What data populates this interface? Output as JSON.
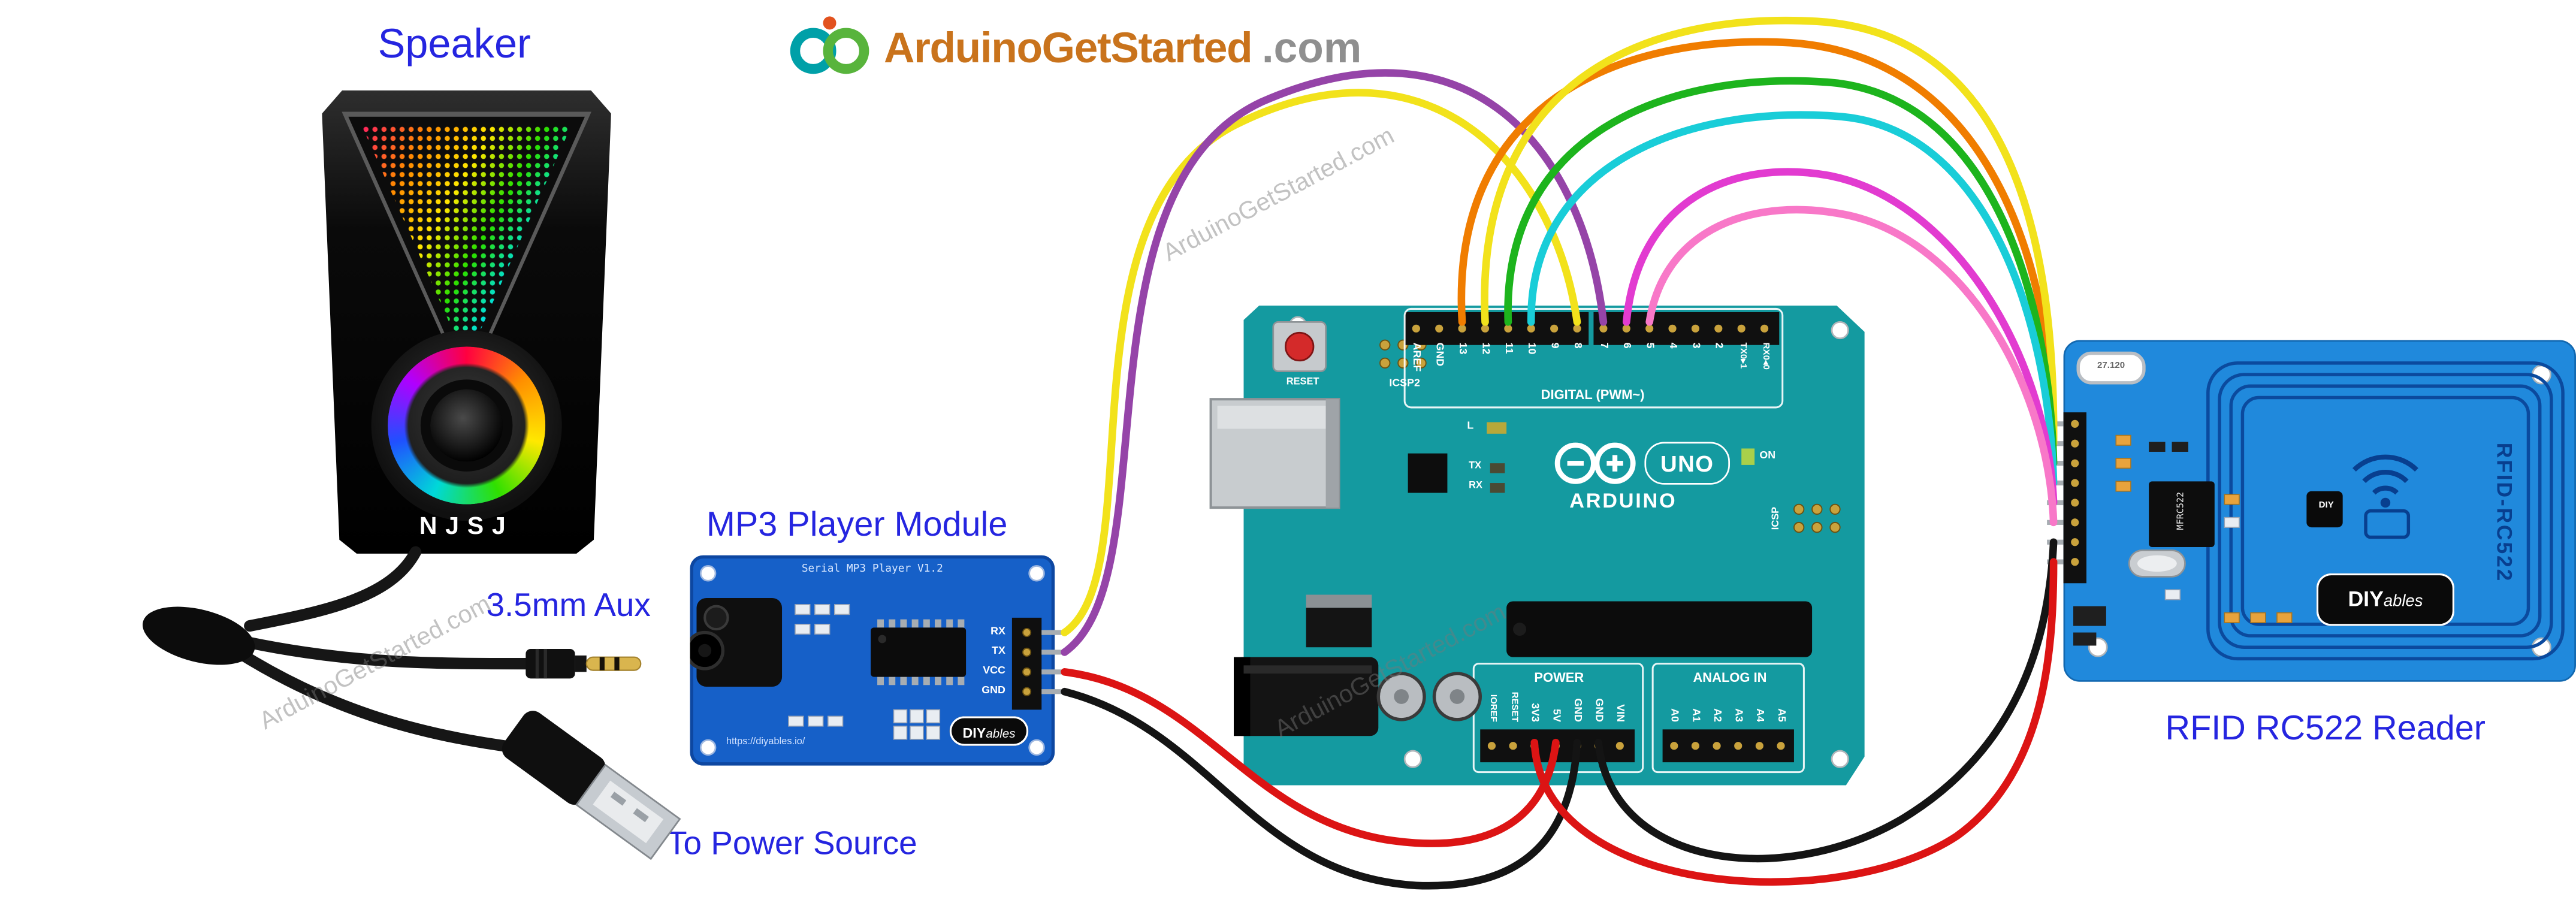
{
  "site": {
    "logo_main": "ArduinoGetStarted",
    "logo_suffix": ".com",
    "watermark": "ArduinoGetStarted.com"
  },
  "captions": {
    "speaker": "Speaker",
    "aux": "3.5mm Aux",
    "power": "To Power Source",
    "mp3": "MP3 Player Module",
    "rfid": "RFID RC522 Reader"
  },
  "speaker": {
    "brand": "NJSJ"
  },
  "mp3": {
    "title": "Serial MP3 Player V1.2",
    "pins": [
      "RX",
      "TX",
      "VCC",
      "GND"
    ],
    "url": "https://diyables.io/",
    "logo_diy": "DIY",
    "logo_ables": "ables"
  },
  "arduino": {
    "reset": "RESET",
    "icsp2": "ICSP2",
    "icsp": "ICSP",
    "aref": "AREF",
    "gnd": "GND",
    "digital": [
      "13",
      "12",
      "11",
      "10",
      "9",
      "8",
      "7",
      "6",
      "5",
      "4",
      "3",
      "2"
    ],
    "tx0": "TX0▸1",
    "rx0": "RX0◂0",
    "digital_label": "DIGITAL (PWM~)",
    "led_l": "L",
    "led_tx": "TX",
    "led_rx": "RX",
    "on": "ON",
    "name": "UNO",
    "brand": "ARDUINO",
    "power_label": "POWER",
    "analog_label": "ANALOG IN",
    "power_pins": [
      "IOREF",
      "RESET",
      "3V3",
      "5V",
      "GND",
      "GND",
      "VIN"
    ],
    "analog_pins": [
      "A0",
      "A1",
      "A2",
      "A3",
      "A4",
      "A5"
    ]
  },
  "rfid": {
    "board": "RFID-RC522",
    "chip": "MFRC522",
    "crystal": "27.120",
    "logo_small": "DIY",
    "logo_diy": "DIY",
    "logo_ables": "ables"
  },
  "wires": [
    {
      "color": "#f2e21b",
      "from": "mp3-rx",
      "to": "arduino-digital"
    },
    {
      "color": "#9544a8",
      "from": "mp3-tx",
      "to": "arduino-digital"
    },
    {
      "color": "#dc1414",
      "from": "mp3-vcc",
      "to": "arduino-5v"
    },
    {
      "color": "#141414",
      "from": "mp3-gnd",
      "to": "arduino-gnd"
    },
    {
      "color": "#f07d00",
      "from": "arduino-digital",
      "to": "rfid-pin-1"
    },
    {
      "color": "#f2e21b",
      "from": "arduino-digital",
      "to": "rfid-pin-2"
    },
    {
      "color": "#1db41d",
      "from": "arduino-digital",
      "to": "rfid-pin-3"
    },
    {
      "color": "#19cdd8",
      "from": "arduino-digital",
      "to": "rfid-pin-4"
    },
    {
      "color": "#e23bd0",
      "from": "arduino-digital",
      "to": "rfid-pin-5"
    },
    {
      "color": "#f878c8",
      "from": "arduino-digital",
      "to": "rfid-pin-6"
    },
    {
      "color": "#141414",
      "from": "arduino-gnd",
      "to": "rfid-pin-7"
    },
    {
      "color": "#dc1414",
      "from": "arduino-3v3",
      "to": "rfid-pin-8"
    }
  ],
  "colors": {
    "label_blue": "#2525e0",
    "arduino_teal": "#149aa0",
    "mp3_pcb": "#1660c8",
    "rfid_pcb": "#2089dc",
    "logo_orange": "#c9731c",
    "wire_yellow": "#f2e21b",
    "wire_purple": "#9544a8",
    "wire_orange": "#f07d00",
    "wire_green": "#1db41d",
    "wire_cyan": "#19cdd8",
    "wire_magenta": "#e23bd0",
    "wire_pink": "#f878c8",
    "wire_red": "#dc1414",
    "wire_black": "#141414"
  }
}
